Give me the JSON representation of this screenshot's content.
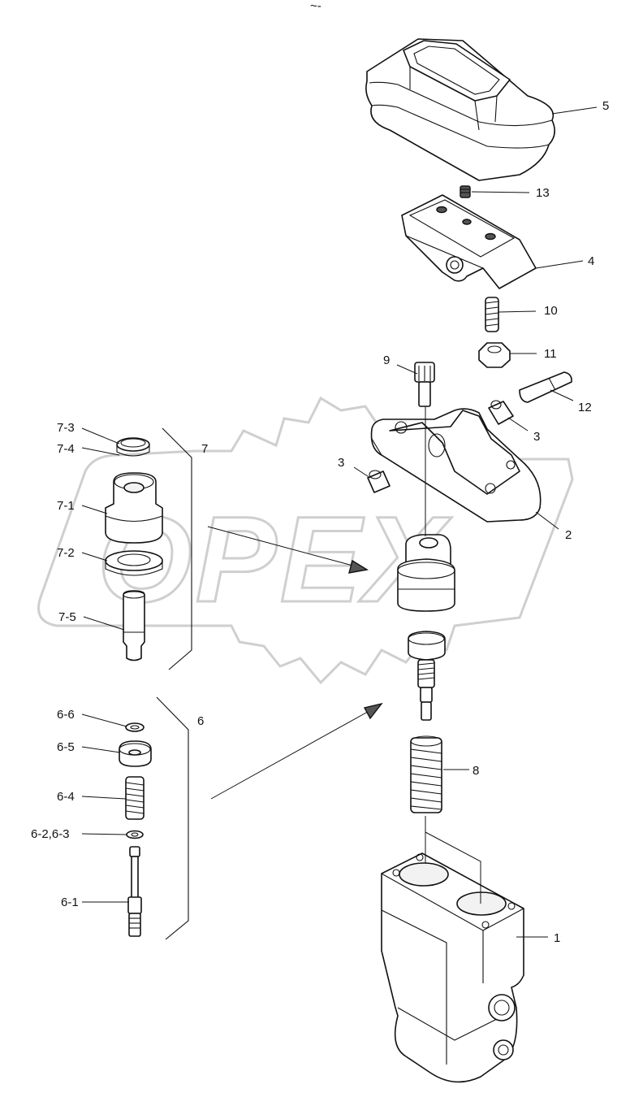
{
  "watermark": {
    "text": "OPEX"
  },
  "header_mark": "~-",
  "callouts": {
    "c1": "1",
    "c2": "2",
    "c3a": "3",
    "c3b": "3",
    "c4": "4",
    "c5": "5",
    "c6": "6",
    "c6_1": "6-1",
    "c6_23": "6-2,6-3",
    "c6_4": "6-4",
    "c6_5": "6-5",
    "c6_6": "6-6",
    "c7": "7",
    "c7_1": "7-1",
    "c7_2": "7-2",
    "c7_3": "7-3",
    "c7_4": "7-4",
    "c7_5": "7-5",
    "c8": "8",
    "c9": "9",
    "c10": "10",
    "c11": "11",
    "c12": "12",
    "c13": "13"
  }
}
